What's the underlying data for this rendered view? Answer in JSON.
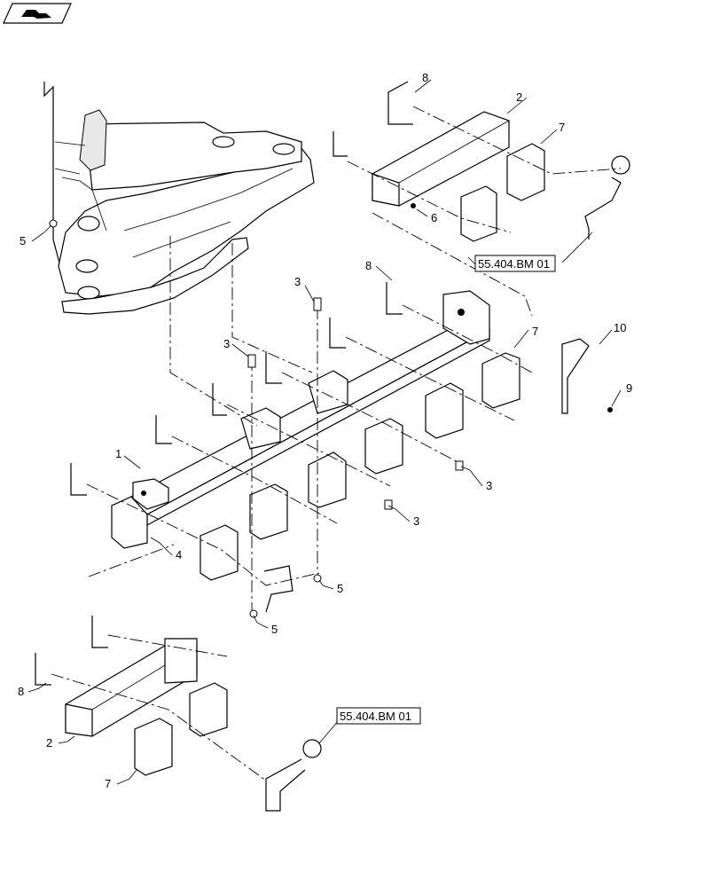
{
  "callouts": [
    {
      "id": "c1",
      "label": "1"
    },
    {
      "id": "c2a",
      "label": "2"
    },
    {
      "id": "c2b",
      "label": "2"
    },
    {
      "id": "c3a",
      "label": "3"
    },
    {
      "id": "c3b",
      "label": "3"
    },
    {
      "id": "c3c",
      "label": "3"
    },
    {
      "id": "c3d",
      "label": "3"
    },
    {
      "id": "c4",
      "label": "4"
    },
    {
      "id": "c5a",
      "label": "5"
    },
    {
      "id": "c5b",
      "label": "5"
    },
    {
      "id": "c5c",
      "label": "5"
    },
    {
      "id": "c6",
      "label": "6"
    },
    {
      "id": "c7a",
      "label": "7"
    },
    {
      "id": "c7b",
      "label": "7"
    },
    {
      "id": "c7c",
      "label": "7"
    },
    {
      "id": "c8a",
      "label": "8"
    },
    {
      "id": "c8b",
      "label": "8"
    },
    {
      "id": "c8c",
      "label": "8"
    },
    {
      "id": "c9",
      "label": "9"
    },
    {
      "id": "c10",
      "label": "10"
    }
  ],
  "references": [
    {
      "id": "r1",
      "label": "55.404.BM 01"
    },
    {
      "id": "r2",
      "label": "55.404.BM 01"
    }
  ],
  "icons": {
    "corner": "book-hand-icon"
  }
}
